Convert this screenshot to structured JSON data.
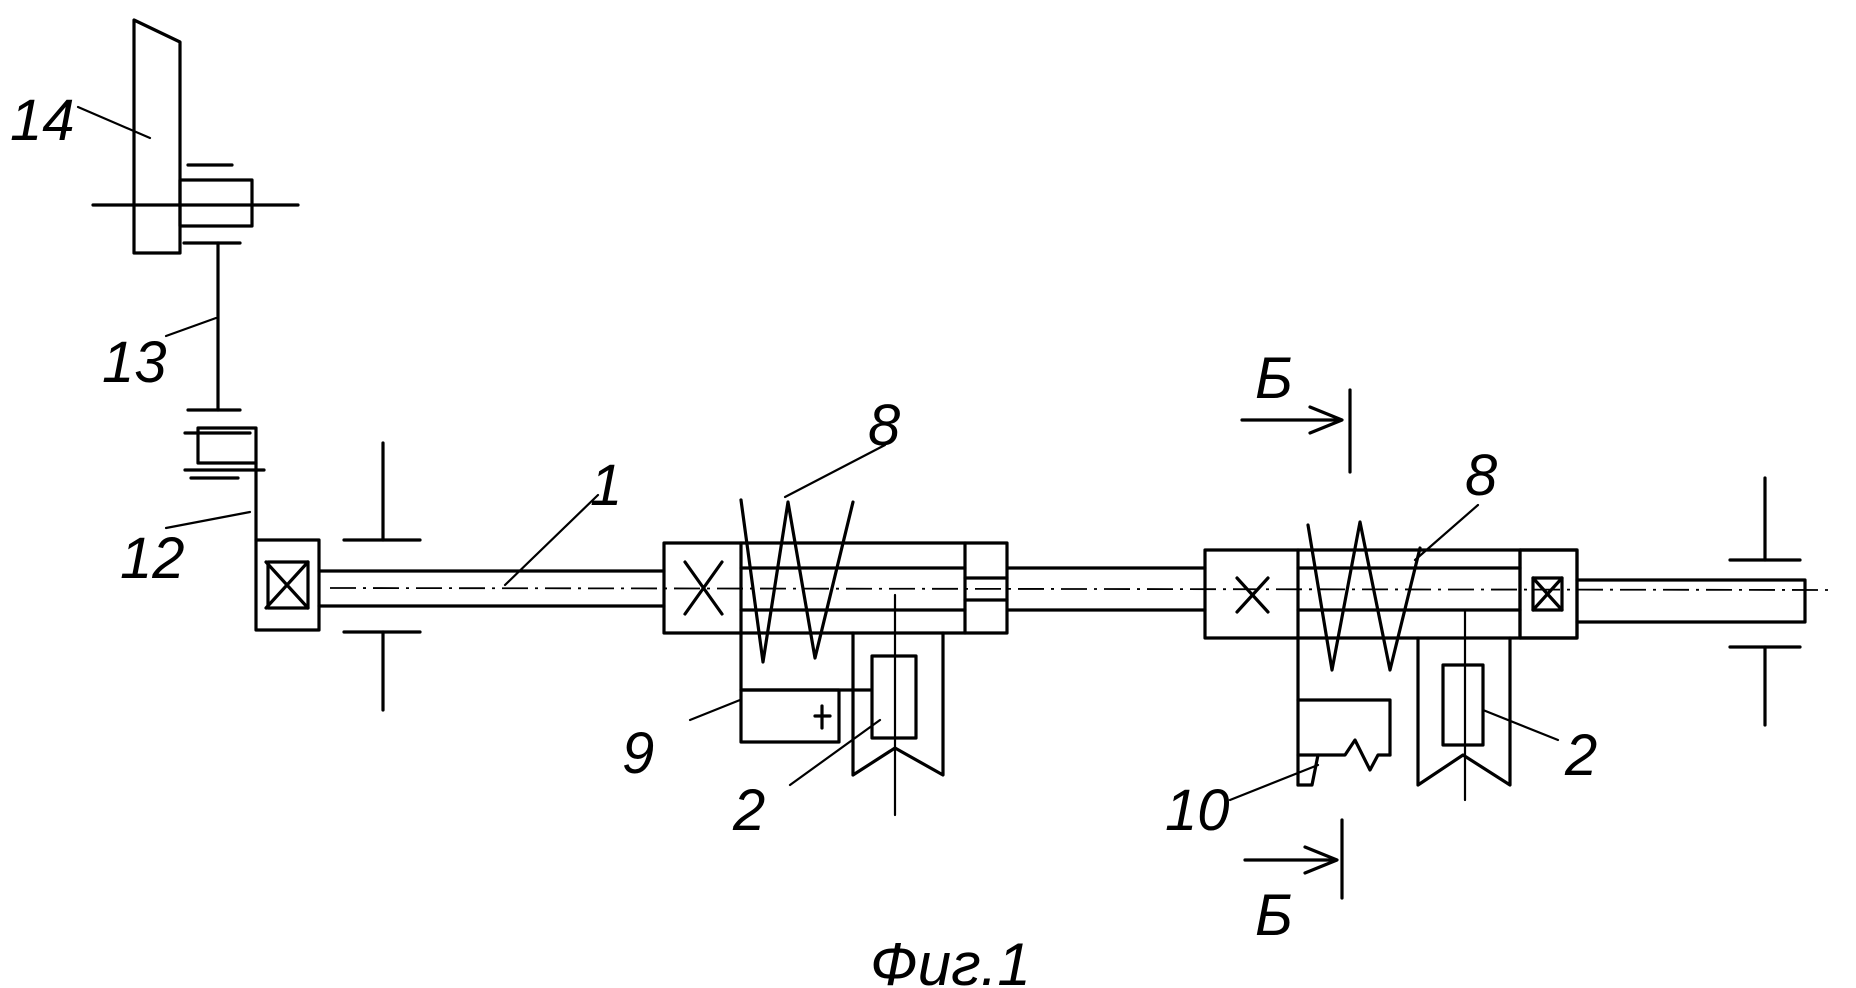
{
  "labels": {
    "l14": "14",
    "l13": "13",
    "l12": "12",
    "l1": "1",
    "l8a": "8",
    "l8b": "8",
    "l9": "9",
    "l2a": "2",
    "l2b": "2",
    "l10": "10",
    "sectionTop": "Б",
    "sectionBottom": "Б"
  },
  "caption": "Фиг.1"
}
